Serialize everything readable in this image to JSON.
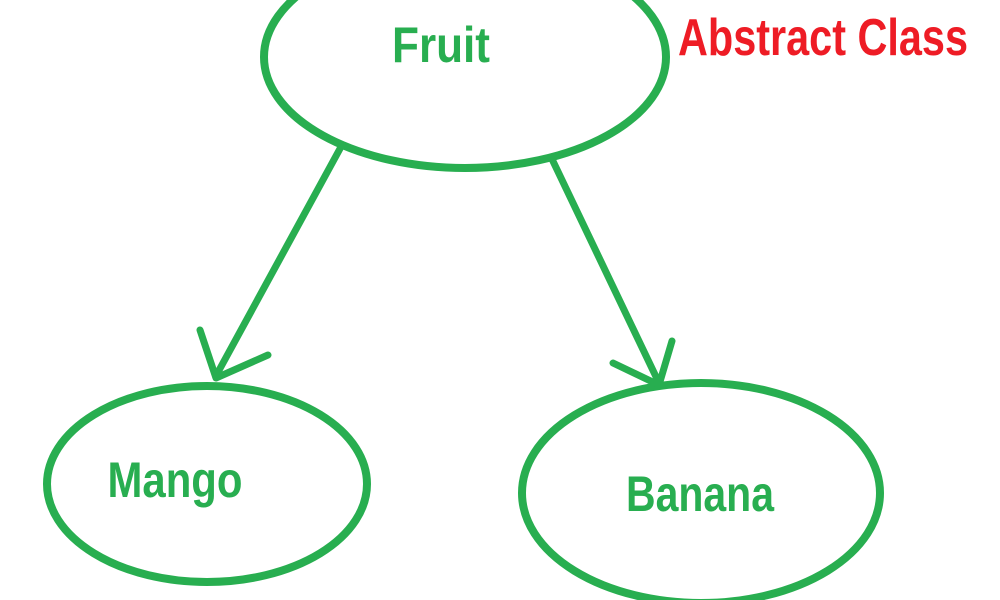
{
  "diagram": {
    "background": "#ffffff",
    "colors": {
      "node": "#28ae50",
      "annotation": "#ee1c25"
    },
    "nodes": [
      {
        "id": "fruit",
        "label": "Fruit"
      },
      {
        "id": "mango",
        "label": "Mango"
      },
      {
        "id": "banana",
        "label": "Banana"
      }
    ],
    "annotation": {
      "label": "Abstract Class"
    },
    "edges": [
      {
        "from": "Fruit",
        "to": "Mango"
      },
      {
        "from": "Fruit",
        "to": "Banana"
      }
    ]
  }
}
